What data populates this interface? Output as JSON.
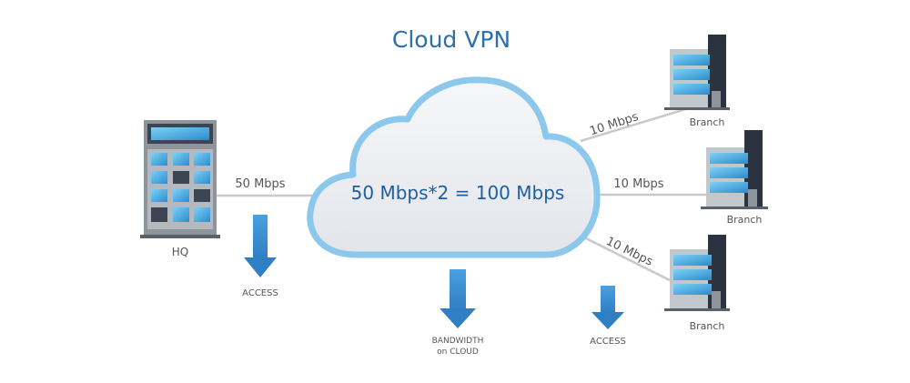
{
  "diagram": {
    "title": "Cloud VPN",
    "cloud_label": "50 Mbps*2 = 100 Mbps",
    "hq": {
      "label": "HQ",
      "link_speed": "50 Mbps"
    },
    "branches": [
      {
        "label": "Branch",
        "link_speed": "10 Mbps"
      },
      {
        "label": "Branch",
        "link_speed": "10 Mbps"
      },
      {
        "label": "Branch",
        "link_speed": "10 Mbps"
      }
    ],
    "arrows": {
      "hq_access": "ACCESS",
      "bandwidth_line1": "BANDWIDTH",
      "bandwidth_line2": "on CLOUD",
      "branch_access": "ACCESS"
    }
  },
  "colors": {
    "title": "#2d6fae",
    "cloud_text": "#1f5fa0",
    "cloud_outline": "#8cc8ec",
    "arrow": "#3f8fd0",
    "link_line": "#c8c8c8",
    "label_text": "#555555",
    "building_glass": "#3aa0d8",
    "building_dark": "#2c3340"
  }
}
